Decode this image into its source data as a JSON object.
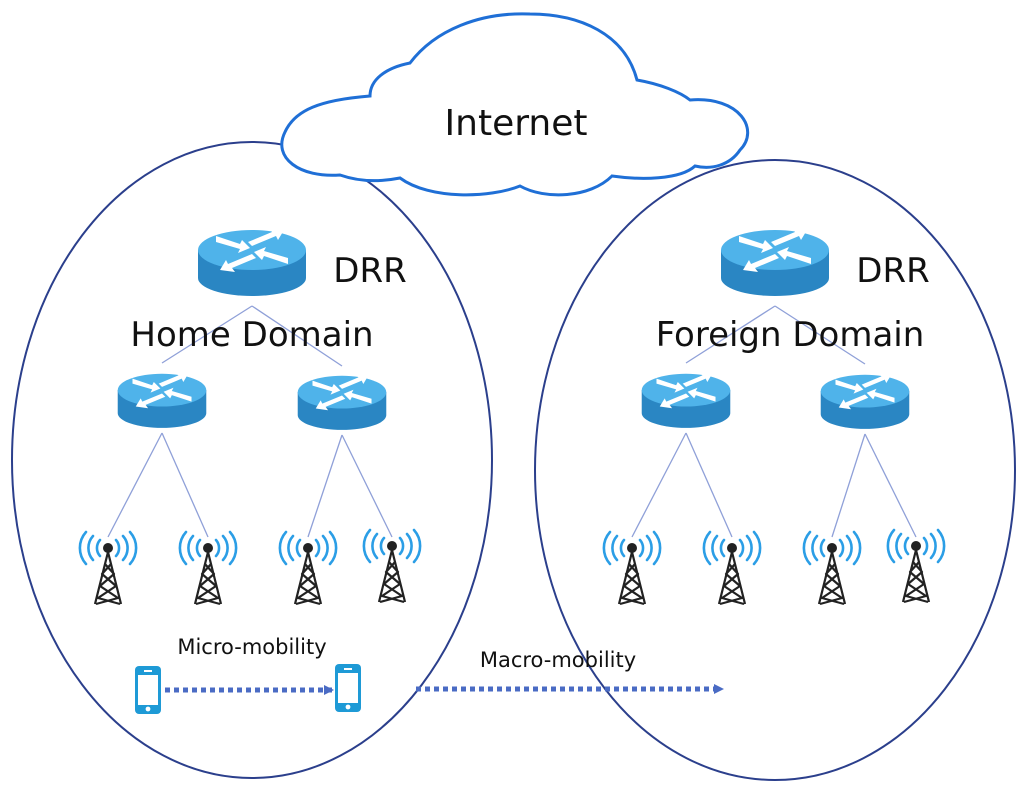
{
  "title": "Home and foreign domain mobility diagram",
  "cloud": {
    "label": "Internet",
    "stroke_color": "#1f6fd6"
  },
  "domains": [
    {
      "id": "home",
      "label": "Home Domain",
      "router_label": "DRR",
      "sub_routers": 2,
      "towers_per_router": 2
    },
    {
      "id": "foreign",
      "label": "Foreign Domain",
      "router_label": "DRR",
      "sub_routers": 2,
      "towers_per_router": 2
    }
  ],
  "mobility": {
    "micro_label": "Micro-mobility",
    "macro_label": "Macro-mobility"
  },
  "colors": {
    "ellipse": "#2b3f8c",
    "router_top": "#4fb3ea",
    "router_side": "#2a86c3",
    "link": "#8fa0d8",
    "wave": "#2b9ee6",
    "arrow": "#4a6bc4",
    "phone": "#1e9ad6"
  }
}
